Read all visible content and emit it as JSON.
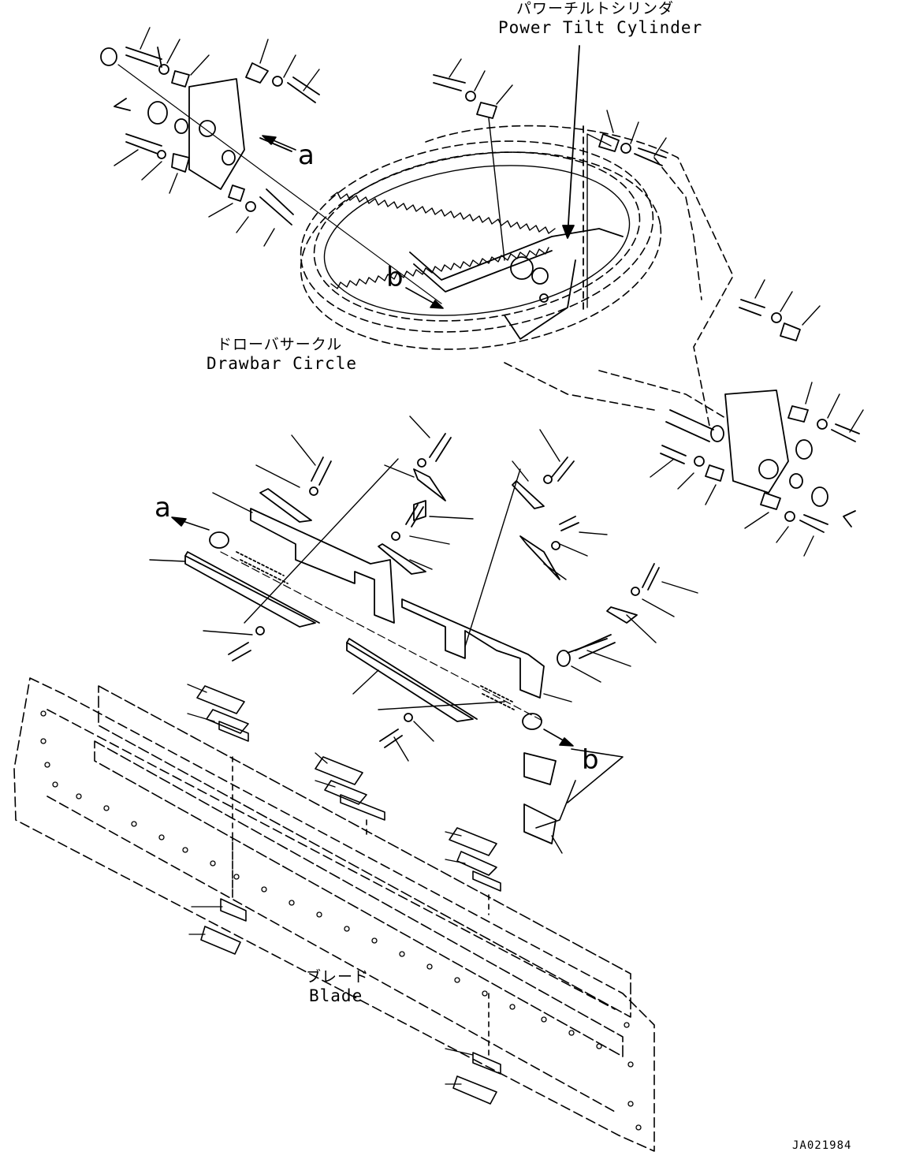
{
  "labels": {
    "power_tilt_cylinder": {
      "jp": "パワーチルトシリンダ",
      "en": "Power Tilt Cylinder"
    },
    "drawbar_circle": {
      "jp": "ドローバサークル",
      "en": "Drawbar Circle"
    },
    "blade": {
      "jp": "ブレード",
      "en": "Blade"
    }
  },
  "reference_markers": {
    "a_upper": "a",
    "a_lower": "a",
    "b_upper": "b",
    "b_lower": "b"
  },
  "drawing_code": "JA021984"
}
